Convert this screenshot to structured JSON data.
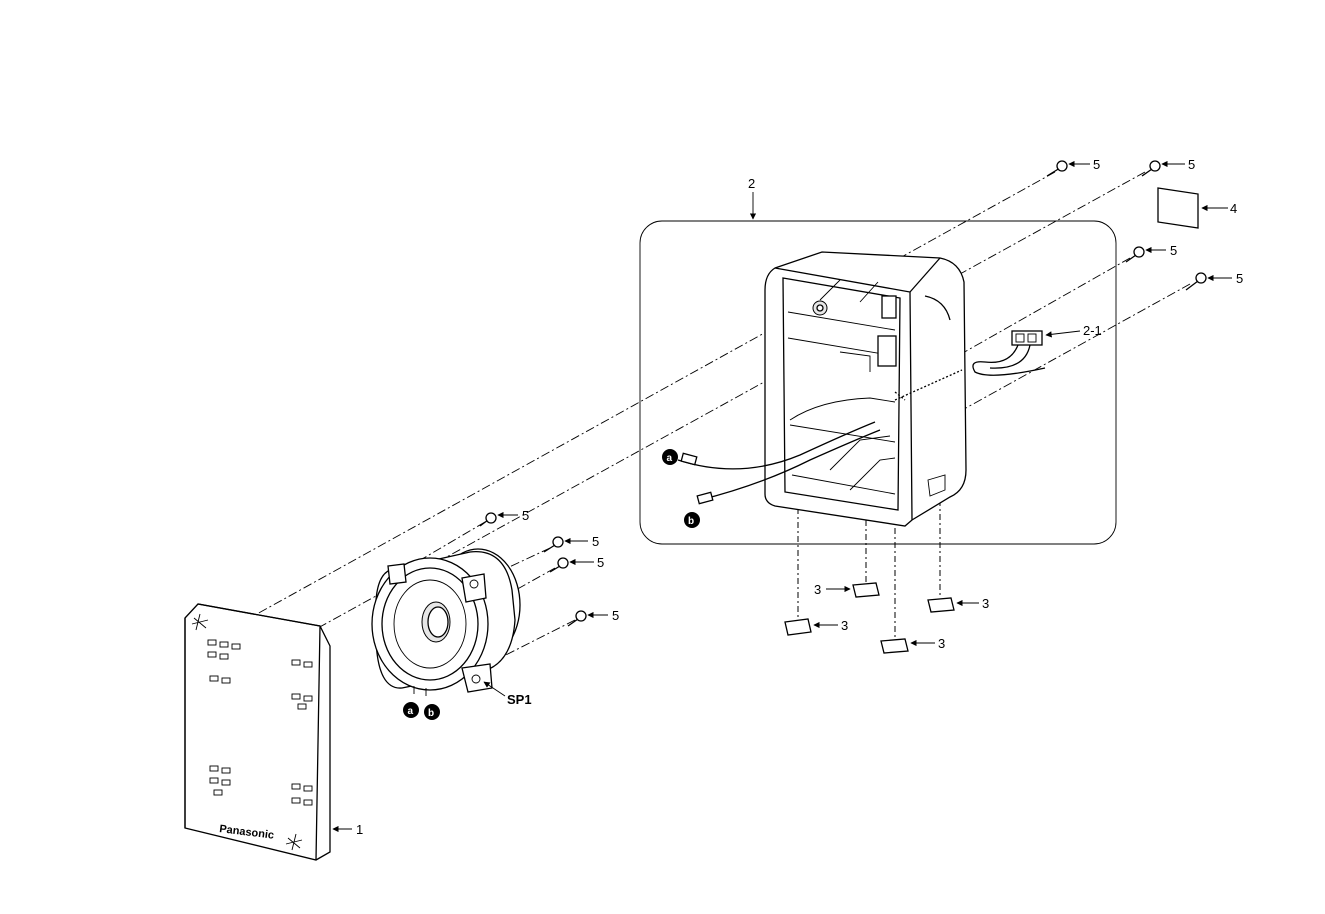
{
  "labels": {
    "front_grille": "1",
    "cabinet": "2",
    "terminal": "2-1",
    "foot": "3",
    "label_sheet": "4",
    "screw": "5",
    "speaker": "SP1",
    "connector_a": "a",
    "connector_b": "b"
  },
  "logo_text": "Panasonic",
  "colors": {
    "line": "#000000",
    "background": "#ffffff"
  }
}
